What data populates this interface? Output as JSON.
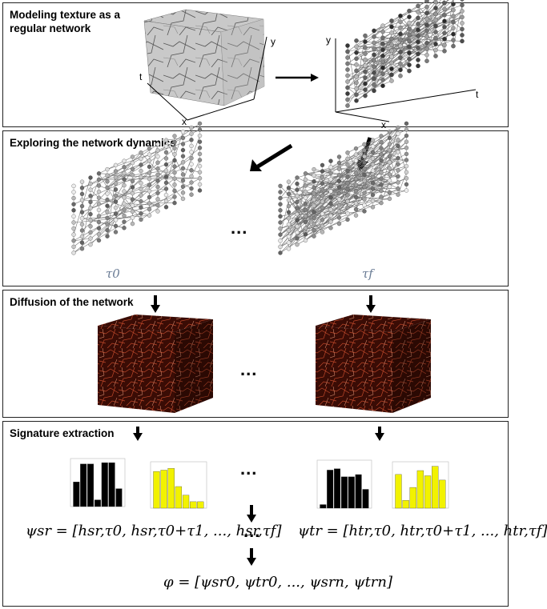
{
  "panels": {
    "p1": {
      "title": "Modeling texture as a\nregular network",
      "cube_axes": {
        "y": "y",
        "t": "t",
        "x": "x"
      },
      "net_axes": {
        "y": "y",
        "t": "t",
        "x": "x"
      }
    },
    "p2": {
      "title": "Exploring the network dynamics",
      "tau0": "τ0",
      "tauf": "τf",
      "ellipsis": "..."
    },
    "p3": {
      "title": "Diffusion of the network",
      "ellipsis": "..."
    },
    "p4": {
      "title": "Signature extraction",
      "ellipsis_a": "...",
      "ellipsis_b": "...",
      "psi_s": "ψsr = [hsr,τ0, hsr,τ0+τ1, ..., hsr,τf]",
      "psi_t": "ψtr = [htr,τ0, htr,τ0+τ1, ..., htr,τf]",
      "phi": "φ = [ψsr0, ψtr0, ..., ψsrn, ψtrn]"
    }
  },
  "colors": {
    "black_hist": "#000000",
    "yellow_hist": "#f2f200",
    "diffusion": "#6b1a0c"
  },
  "histograms": {
    "left_black": [
      0.55,
      0.95,
      0.95,
      0.15,
      0.98,
      0.98,
      0.4
    ],
    "left_yellow": [
      0.85,
      0.88,
      0.92,
      0.5,
      0.3,
      0.15,
      0.15
    ],
    "right_black": [
      0.08,
      0.85,
      0.88,
      0.7,
      0.7,
      0.75,
      0.42
    ],
    "right_yellow": [
      0.78,
      0.18,
      0.48,
      0.87,
      0.75,
      0.97,
      0.65
    ]
  }
}
